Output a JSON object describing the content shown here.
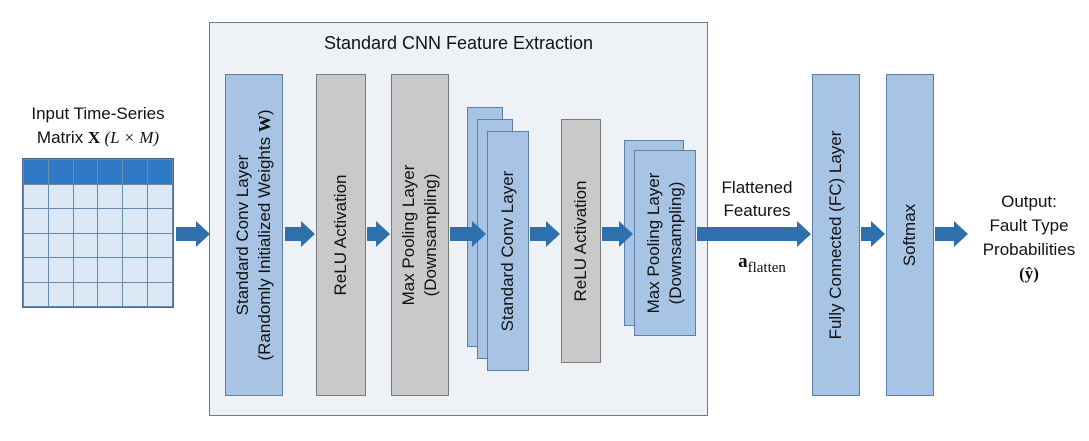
{
  "input": {
    "line1": "Input Time-Series",
    "line2_prefix": "Matrix ",
    "line2_bold": "X",
    "line2_suffix": " (L × M)"
  },
  "frame_title": "Standard CNN Feature Extraction",
  "layers": {
    "conv1_line1": "Standard Conv Layer",
    "conv1_line2_prefix": "(Randomly Initialized Weights ",
    "conv1_line2_bold": "W",
    "conv1_line2_suffix": ")",
    "relu1": "ReLU Activation",
    "pool1_line1": "Max Pooling Layer",
    "pool1_line2": "(Downsampling)",
    "conv2": "Standard Conv Layer",
    "relu2": "ReLU Activation",
    "pool2_line1": "Max Pooling Layer",
    "pool2_line2": "(Downsampling)",
    "fc": "Fully Connected (FC) Layer",
    "softmax": "Softmax"
  },
  "flattened": {
    "line1": "Flattened",
    "line2": "Features",
    "symbol_main": "a",
    "symbol_sub": "flatten"
  },
  "output": {
    "line1": "Output:",
    "line2": "Fault Type",
    "line3": "Probabilities",
    "line4": "(ŷ)"
  },
  "colors": {
    "arrow": "#2e6fae",
    "blue_block": "#a8c4e4",
    "gray_block": "#c9c9c9",
    "matrix_header": "#2f78c4"
  }
}
